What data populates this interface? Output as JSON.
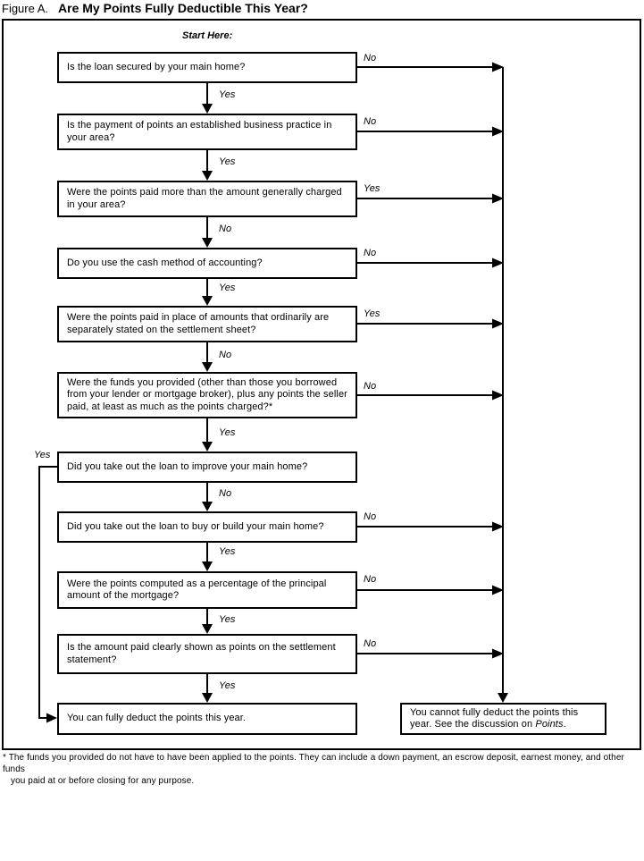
{
  "figure": {
    "title_prefix": "Figure A.",
    "title_main": "Are My Points Fully Deductible This Year?",
    "start_label": "Start Here:"
  },
  "flow": {
    "boxes": [
      {
        "text": "Is the loan secured by your main home?",
        "exit_label": "No",
        "down_label": "Yes"
      },
      {
        "text": "Is the payment of points an established business practice in your area?",
        "exit_label": "No",
        "down_label": "Yes"
      },
      {
        "text": "Were the points paid more than the amount generally charged in your area?",
        "exit_label": "Yes",
        "down_label": "No"
      },
      {
        "text": "Do you use the cash method of accounting?",
        "exit_label": "No",
        "down_label": "Yes"
      },
      {
        "text": "Were the points paid in place of amounts that ordinarily are separately stated on the settlement sheet?",
        "exit_label": "Yes",
        "down_label": "No"
      },
      {
        "text": "Were the funds you provided (other than those you borrowed from your lender or mortgage broker), plus any points the seller paid, at least as much as the points charged?*",
        "exit_label": "No",
        "down_label": "Yes"
      },
      {
        "text": "Did you take out the loan to improve your main home?",
        "exit_label": "Yes",
        "down_label": "No"
      },
      {
        "text": "Did you take out the loan to buy or build your main home?",
        "exit_label": "No",
        "down_label": "Yes"
      },
      {
        "text": "Were the points computed as a percentage of the principal amount of the mortgage?",
        "exit_label": "No",
        "down_label": "Yes"
      },
      {
        "text": "Is the amount paid clearly shown as points on the settlement statement?",
        "exit_label": "No",
        "down_label": "Yes"
      }
    ],
    "result_yes": "You can fully deduct the points this year.",
    "result_no_before": "You cannot fully deduct the points this year. See the discussion on ",
    "result_no_italic": "Points",
    "result_no_after": "."
  },
  "footnote": {
    "line1": "* The funds you provided do not have to have been applied to the points. They can include a down payment, an escrow deposit, earnest money, and other funds",
    "line2": "you paid at or before closing for any purpose."
  }
}
